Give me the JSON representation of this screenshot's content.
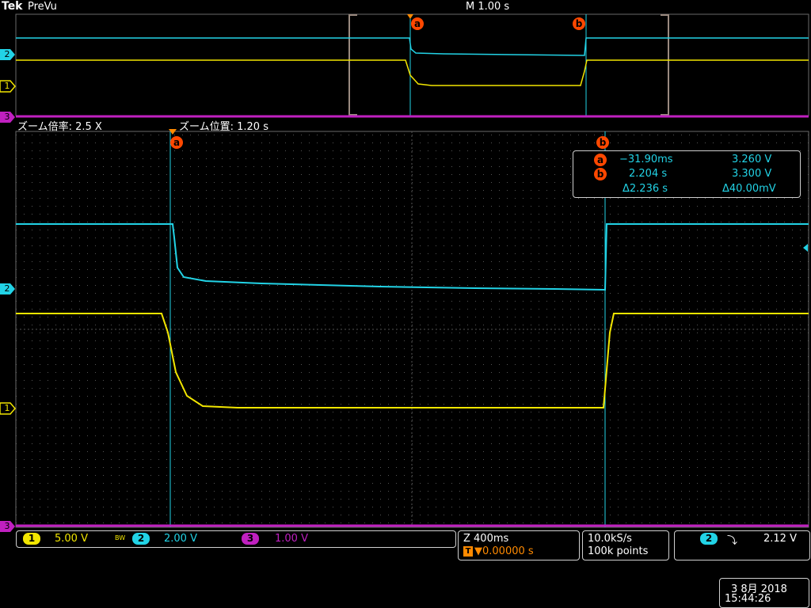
{
  "header": {
    "brand": "Tek",
    "mode": "PreVu",
    "timebase": "M 1.00 s"
  },
  "zoom": {
    "factor_label": "ズーム倍率: 2.5 X",
    "position_label": "ズーム位置: 1.20 s"
  },
  "cursor_labels": {
    "a": "a",
    "b": "b"
  },
  "channel_tags": {
    "ch1": "1",
    "ch2": "2",
    "ch3": "3"
  },
  "readout": {
    "row_a": {
      "time": "−31.90ms",
      "volt": "3.260 V"
    },
    "row_b": {
      "time": "2.204 s",
      "volt": "3.300 V"
    },
    "delta": {
      "time": "Δ2.236 s",
      "volt": "Δ40.00mV"
    }
  },
  "channels": [
    {
      "num": "1",
      "scale": "5.00 V",
      "color": "#f2e600"
    },
    {
      "num": "2",
      "scale": "2.00 V",
      "color": "#22d3e6"
    },
    {
      "num": "3",
      "scale": "1.00 V",
      "color": "#c020c0"
    }
  ],
  "bw_label": "BW",
  "horizontal": {
    "zoom_scale": "Z 400ms",
    "trigger_pos": "▼0.00000 s",
    "trigger_icon": "T"
  },
  "acquisition": {
    "rate": "10.0kS/s",
    "points": "100k points"
  },
  "trigger": {
    "channel": "2",
    "slope": "⤵",
    "level": "2.12 V"
  },
  "datetime": {
    "date": "3 8月  2018",
    "time": "15:44:26"
  },
  "colors": {
    "ch1": "#f2e600",
    "ch2": "#22d3e6",
    "ch3": "#c020c0",
    "cursor": "#ff4800",
    "grid": "#6a6a6a"
  }
}
